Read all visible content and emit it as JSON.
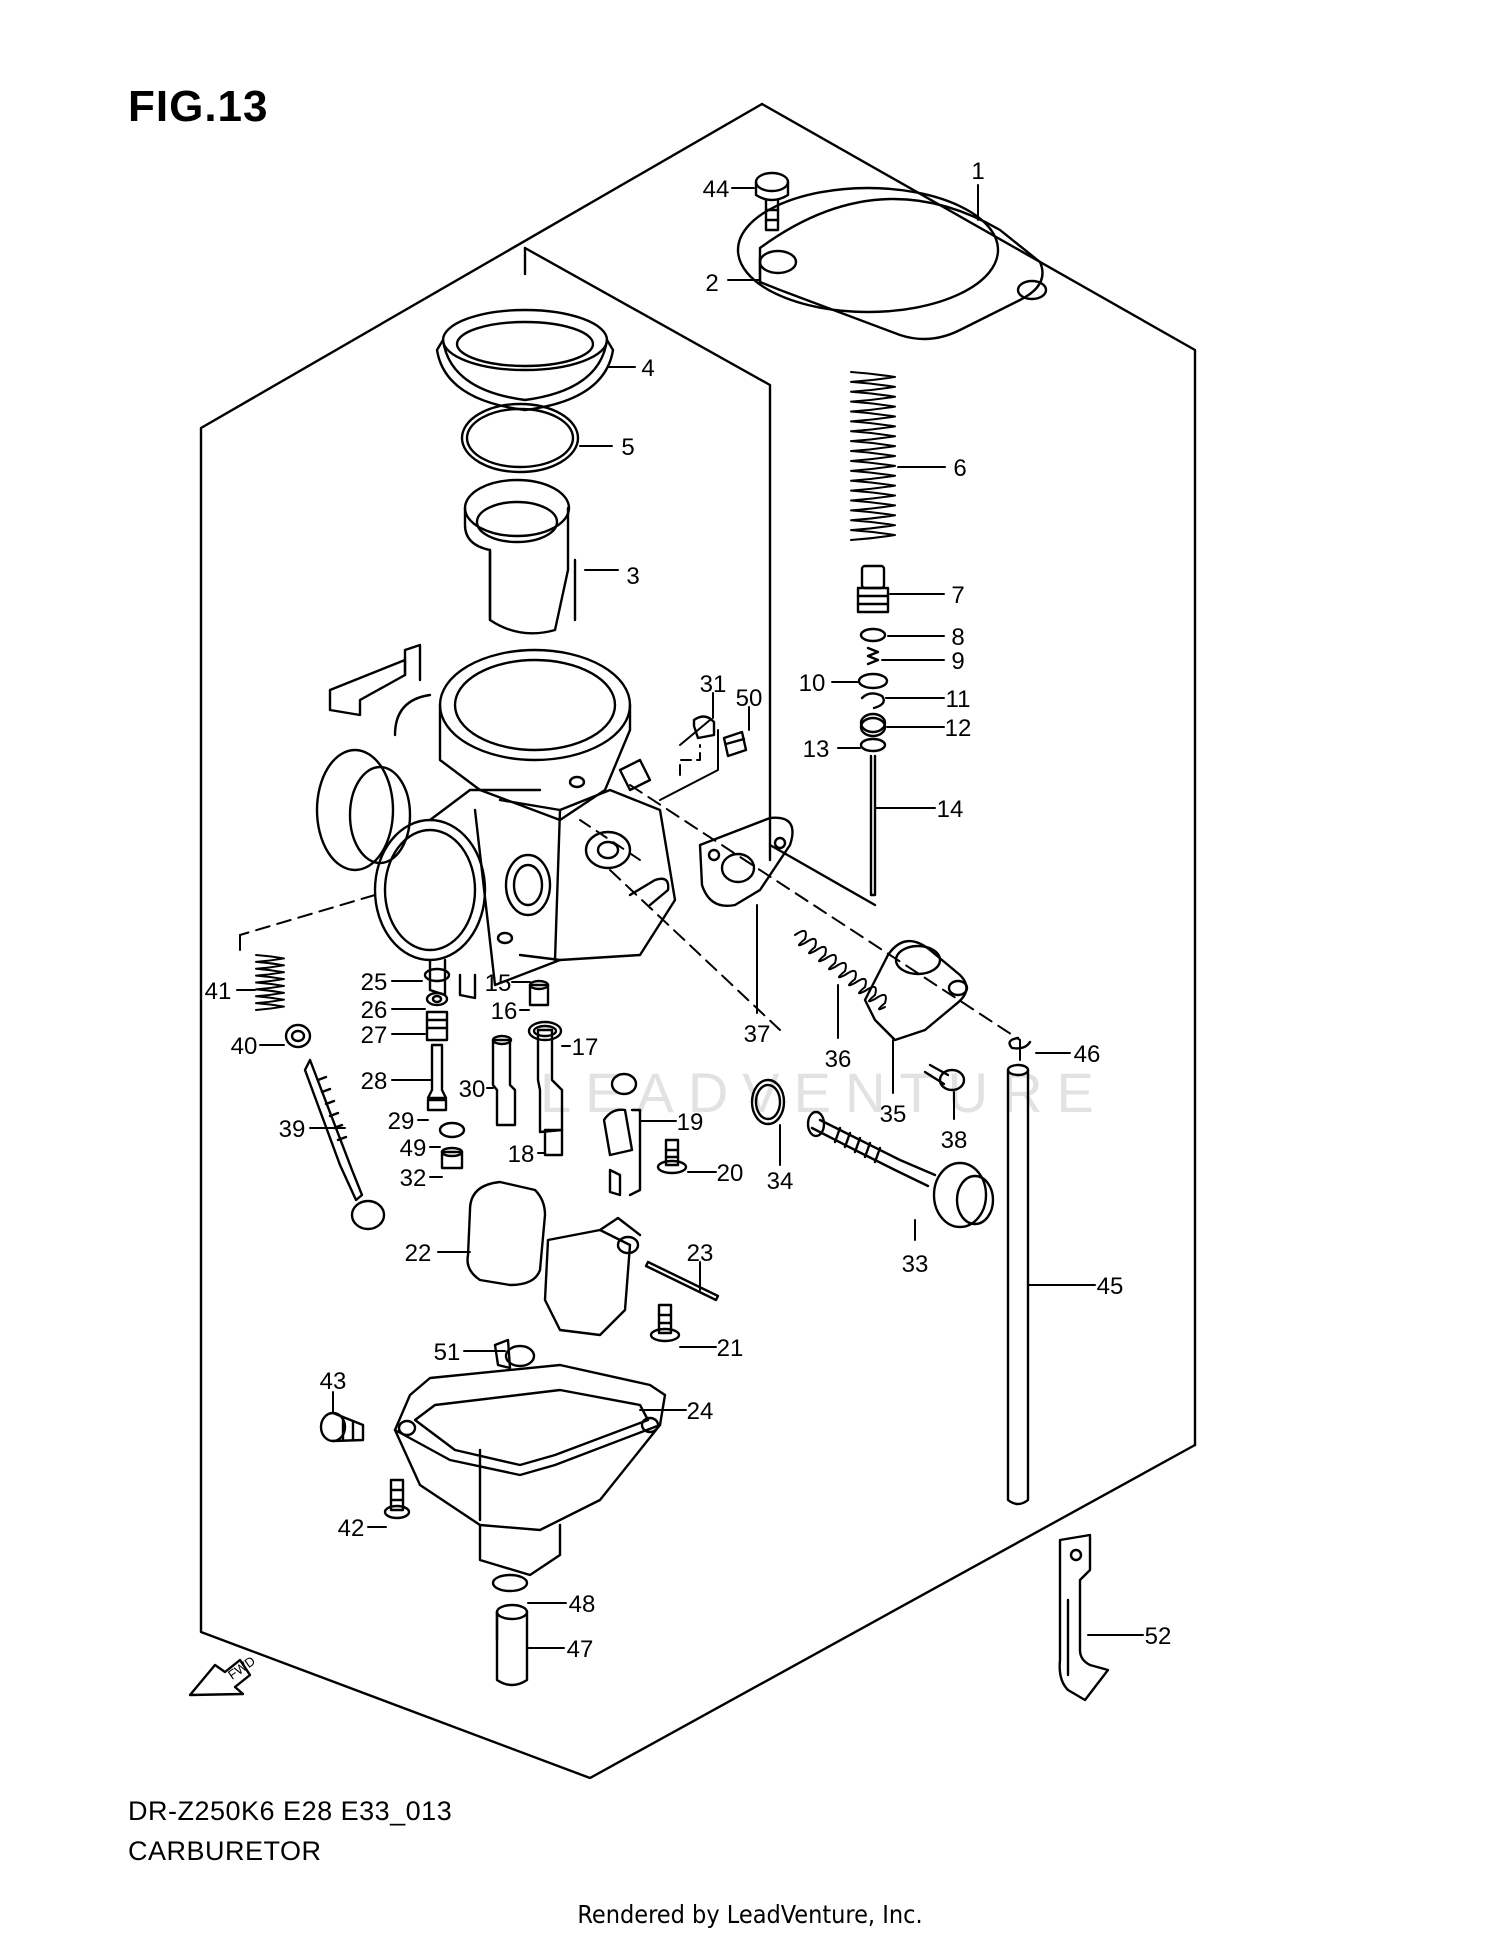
{
  "title": "FIG.13",
  "model_code": "DR-Z250K6 E28 E33_013",
  "section_name": "CARBURETOR",
  "footer": "Rendered by LeadVenture, Inc.",
  "watermark": "LEADVENTURE",
  "fwd_label": "FWD",
  "callouts": [
    {
      "id": "1",
      "label": "1"
    },
    {
      "id": "2",
      "label": "2"
    },
    {
      "id": "3",
      "label": "3"
    },
    {
      "id": "4",
      "label": "4"
    },
    {
      "id": "5",
      "label": "5"
    },
    {
      "id": "6",
      "label": "6"
    },
    {
      "id": "7",
      "label": "7"
    },
    {
      "id": "8",
      "label": "8"
    },
    {
      "id": "9",
      "label": "9"
    },
    {
      "id": "10",
      "label": "10"
    },
    {
      "id": "11",
      "label": "11"
    },
    {
      "id": "12",
      "label": "12"
    },
    {
      "id": "13",
      "label": "13"
    },
    {
      "id": "14",
      "label": "14"
    },
    {
      "id": "15",
      "label": "15"
    },
    {
      "id": "16",
      "label": "16"
    },
    {
      "id": "17",
      "label": "17"
    },
    {
      "id": "18",
      "label": "18"
    },
    {
      "id": "19",
      "label": "19"
    },
    {
      "id": "20",
      "label": "20"
    },
    {
      "id": "21",
      "label": "21"
    },
    {
      "id": "22",
      "label": "22"
    },
    {
      "id": "23",
      "label": "23"
    },
    {
      "id": "24",
      "label": "24"
    },
    {
      "id": "25",
      "label": "25"
    },
    {
      "id": "26",
      "label": "26"
    },
    {
      "id": "27",
      "label": "27"
    },
    {
      "id": "28",
      "label": "28"
    },
    {
      "id": "29",
      "label": "29"
    },
    {
      "id": "30",
      "label": "30"
    },
    {
      "id": "31",
      "label": "31"
    },
    {
      "id": "32",
      "label": "32"
    },
    {
      "id": "33",
      "label": "33"
    },
    {
      "id": "34",
      "label": "34"
    },
    {
      "id": "35",
      "label": "35"
    },
    {
      "id": "36",
      "label": "36"
    },
    {
      "id": "37",
      "label": "37"
    },
    {
      "id": "38",
      "label": "38"
    },
    {
      "id": "39",
      "label": "39"
    },
    {
      "id": "40",
      "label": "40"
    },
    {
      "id": "41",
      "label": "41"
    },
    {
      "id": "42",
      "label": "42"
    },
    {
      "id": "43",
      "label": "43"
    },
    {
      "id": "44",
      "label": "44"
    },
    {
      "id": "45",
      "label": "45"
    },
    {
      "id": "46",
      "label": "46"
    },
    {
      "id": "47",
      "label": "47"
    },
    {
      "id": "48",
      "label": "48"
    },
    {
      "id": "49",
      "label": "49"
    },
    {
      "id": "50",
      "label": "50"
    },
    {
      "id": "51",
      "label": "51"
    },
    {
      "id": "52",
      "label": "52"
    }
  ]
}
